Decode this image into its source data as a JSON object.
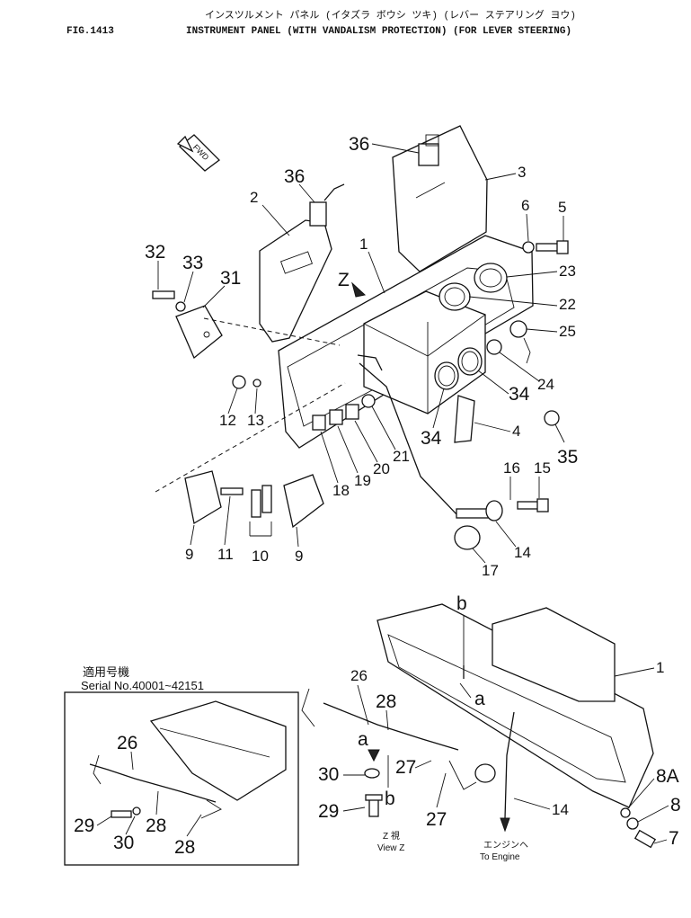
{
  "header": {
    "title_katakana": "インスツルメント パネル (イタズラ ボウシ ツキ) (レバー ステアリング ヨウ)",
    "fig_number": "FIG.1413",
    "title_english": "INSTRUMENT PANEL (WITH VANDALISM PROTECTION) (FOR LEVER STEERING)"
  },
  "fwd_label": "FWD",
  "callouts": {
    "c1": "1",
    "c1b": "1",
    "c2": "2",
    "c3": "3",
    "c4": "4",
    "c5": "5",
    "c6": "6",
    "c7": "7",
    "c8": "8",
    "c8a": "8A",
    "c9a": "9",
    "c9b": "9",
    "c10": "10",
    "c11": "11",
    "c12": "12",
    "c13": "13",
    "c14a": "14",
    "c14b": "14",
    "c15": "15",
    "c16": "16",
    "c17": "17",
    "c18": "18",
    "c19": "19",
    "c20": "20",
    "c21": "21",
    "c22": "22",
    "c23": "23",
    "c24": "24",
    "c25": "25",
    "c26a": "26",
    "c26b": "26",
    "c27a": "27",
    "c27b": "27",
    "c28a": "28",
    "c28b": "28",
    "c28c": "28",
    "c29a": "29",
    "c29b": "29",
    "c30a": "30",
    "c30b": "30",
    "c31": "31",
    "c32": "32",
    "c33": "33",
    "c34a": "34",
    "c34b": "34",
    "c35": "35",
    "c36a": "36",
    "c36b": "36"
  },
  "view_markers": {
    "z": "Z",
    "a1": "a",
    "a2": "a",
    "b1": "b",
    "b2": "b"
  },
  "inset": {
    "serial_jp": "適用号機",
    "serial_en": "Serial  No.40001~42151"
  },
  "view_z": {
    "jp": "Z 視",
    "en": "View Z"
  },
  "to_engine": {
    "jp": "エンジンヘ",
    "en": "To Engine"
  }
}
